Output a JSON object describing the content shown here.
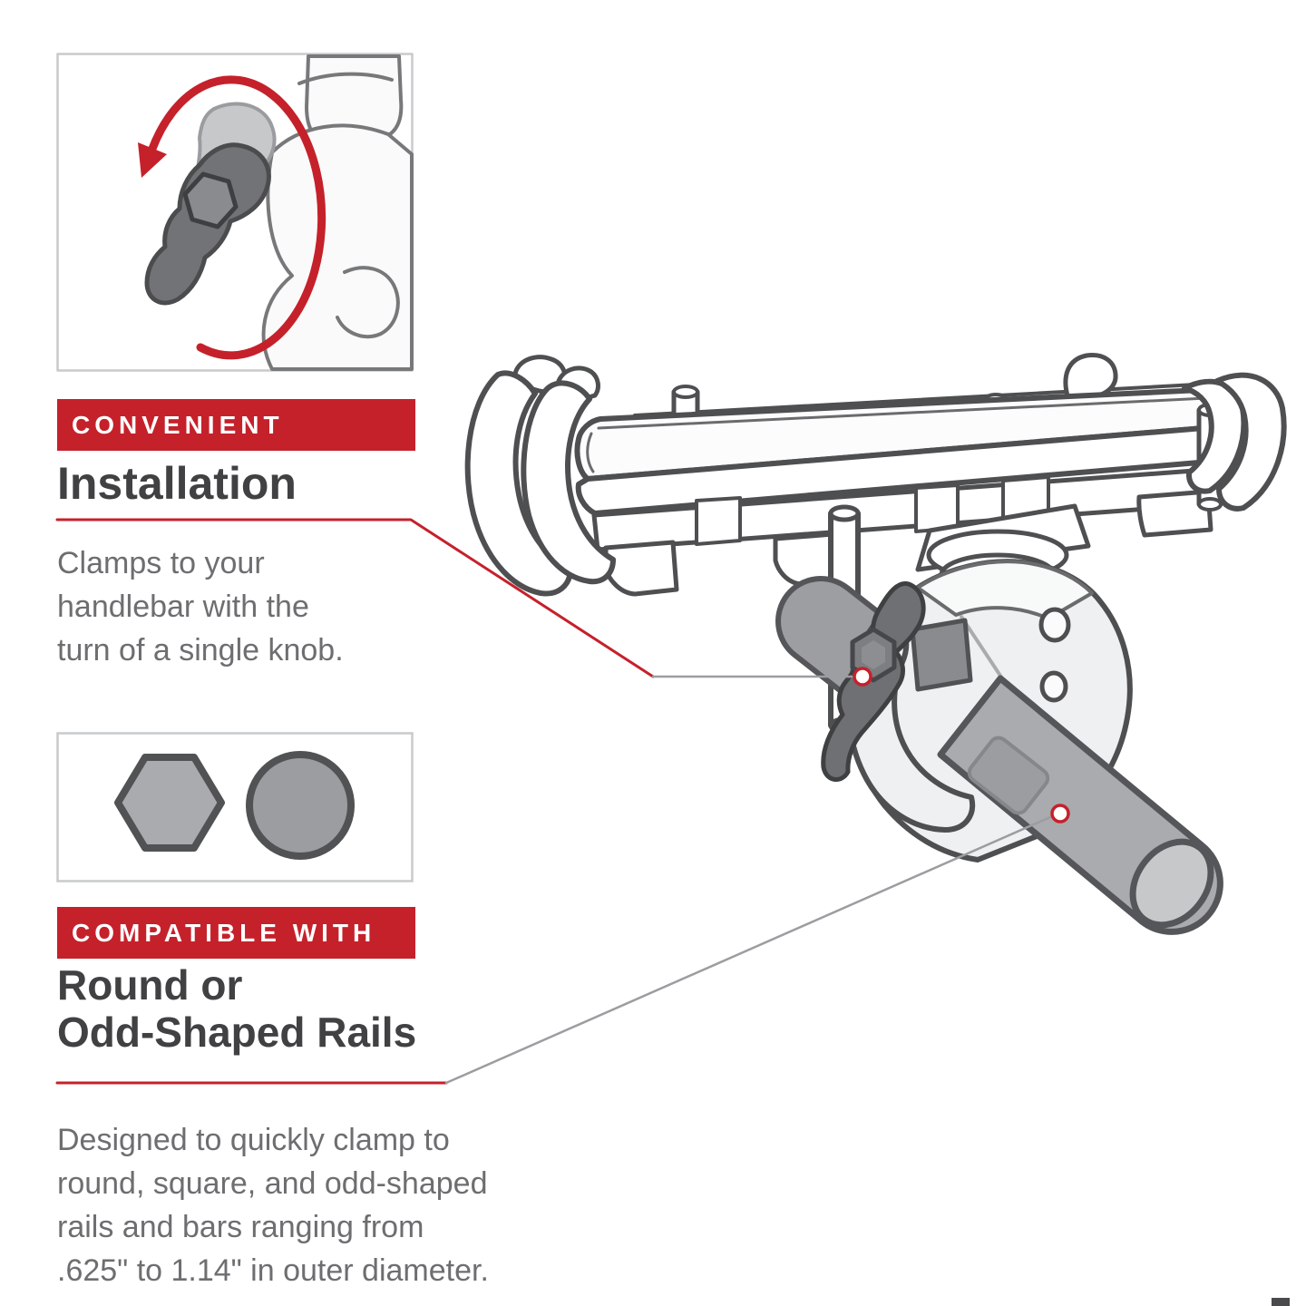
{
  "colors": {
    "accent_red": "#c5212b",
    "heading_text": "#414042",
    "body_text": "#6d6e70",
    "line_art_outline": "#4e4f51",
    "rail_gray": "#a9abae",
    "knob_gray": "#6f7073",
    "clamp_light_gray": "#eff0f1",
    "inset_border_gray": "#c9cacb"
  },
  "sections": {
    "installation": {
      "eyebrow": "CONVENIENT",
      "title": "Installation",
      "body": "Clamps to your\nhandlebar with the\nturn of a single knob."
    },
    "rails": {
      "eyebrow": "COMPATIBLE WITH",
      "title": "Round or\nOdd-Shaped Rails",
      "body": "Designed to quickly clamp to\nround, square, and odd-shaped\nrails and bars ranging from\n.625\" to 1.14\" in outer diameter."
    }
  },
  "insets": {
    "knob_turn": {
      "depicts": "knob-rotation-illustration"
    },
    "rail_shapes": {
      "depicts": [
        "hexagon",
        "circle"
      ]
    }
  },
  "illustration": {
    "depicts": "phone-cradle-on-claw-clamp-with-rail",
    "callouts": [
      {
        "target": "clamp-knob"
      },
      {
        "target": "round-rail"
      }
    ]
  }
}
